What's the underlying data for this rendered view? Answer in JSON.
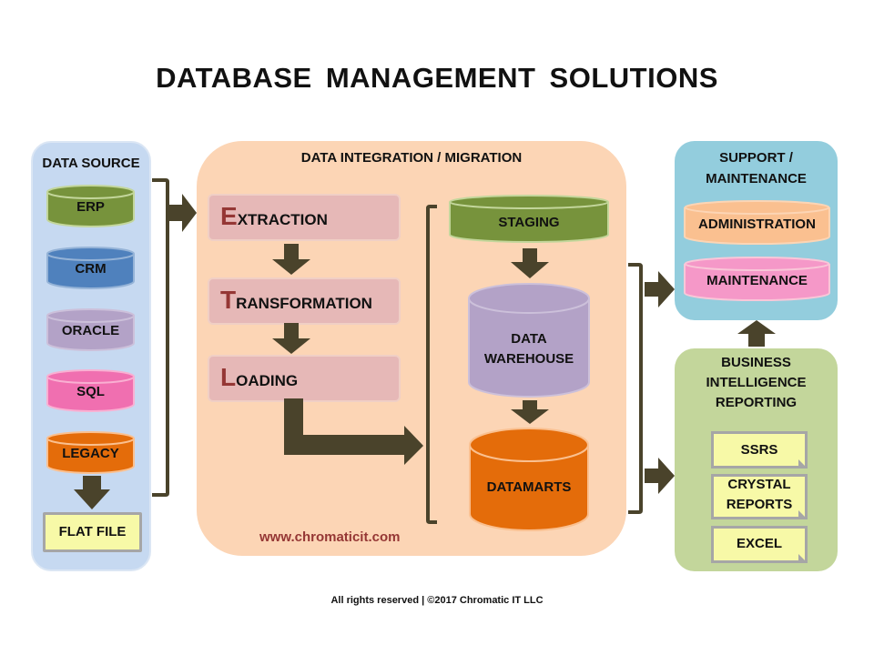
{
  "title": "DATABASE MANAGEMENT SOLUTIONS",
  "colors": {
    "arrow": "#4a432b",
    "data_source_panel": "#c6d9f1",
    "integration_panel": "#fcd5b5",
    "support_panel": "#93cddd",
    "bi_panel": "#c3d69b",
    "accent_letter": "#953735"
  },
  "data_source": {
    "title": "DATA SOURCE",
    "items": [
      {
        "label": "ERP",
        "color": "#77933c"
      },
      {
        "label": "CRM",
        "color": "#4f81bd"
      },
      {
        "label": "ORACLE",
        "color": "#b3a2c7"
      },
      {
        "label": "SQL",
        "color": "#f06fb0"
      },
      {
        "label": "LEGACY",
        "color": "#e46c0a"
      }
    ],
    "flat_file": "FLAT FILE"
  },
  "integration": {
    "title": "DATA INTEGRATION / MIGRATION",
    "etl": [
      {
        "initial": "E",
        "rest": "XTRACTION"
      },
      {
        "initial": "T",
        "rest": "RANSFORMATION"
      },
      {
        "initial": "L",
        "rest": "OADING"
      }
    ],
    "staging": "STAGING",
    "warehouse_line1": "DATA",
    "warehouse_line2": "WAREHOUSE",
    "datamarts": "DATAMARTS",
    "website": "www.chromaticit.com"
  },
  "support": {
    "title_line1": "SUPPORT /",
    "title_line2": "MAINTENANCE",
    "items": [
      "ADMINISTRATION",
      "MAINTENANCE"
    ]
  },
  "bi": {
    "title_line1": "BUSINESS",
    "title_line2": "INTELLIGENCE",
    "title_line3": "REPORTING",
    "reports": [
      {
        "line1": "SSRS",
        "line2": ""
      },
      {
        "line1": "CRYSTAL",
        "line2": "REPORTS"
      },
      {
        "line1": "EXCEL",
        "line2": ""
      }
    ]
  },
  "footer": "All rights reserved |  ©2017 Chromatic IT LLC"
}
